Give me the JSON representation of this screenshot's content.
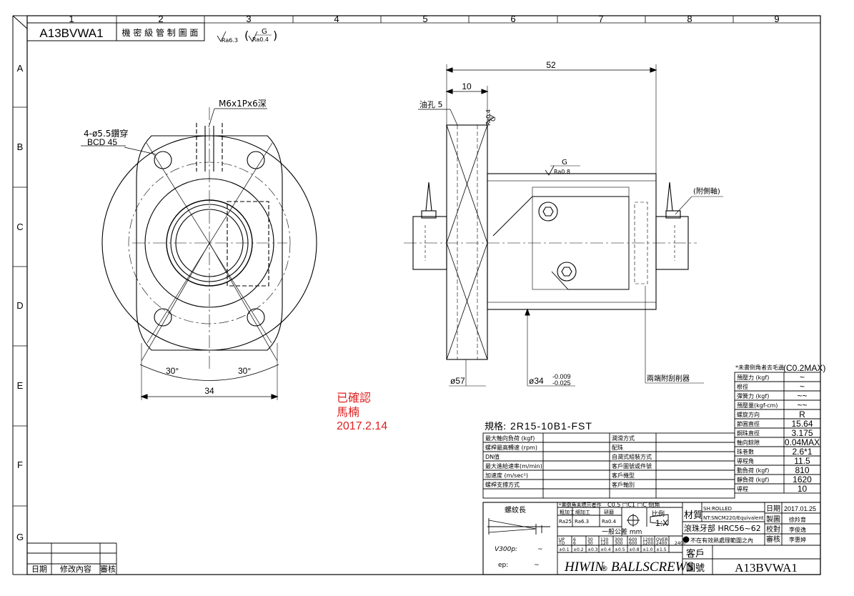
{
  "sheet": {
    "cols": [
      "1",
      "2",
      "3",
      "4",
      "5",
      "6",
      "7",
      "8",
      "9"
    ],
    "rows": [
      "A",
      "B",
      "C",
      "D",
      "E",
      "F",
      "G"
    ],
    "top_left_code": "A13BVWA1",
    "drawing_class": "機 密 級 管 制 圖 面",
    "roughness_general": "Ra6.3",
    "roughness_paren_g": "G",
    "roughness_paren_ra": "Ra0.4"
  },
  "front_view": {
    "thread_note": "M6x1Px6深",
    "holes_note": "4-ø5.5鑽穿",
    "bcd_note": "BCD 45",
    "angle_left": "30°",
    "angle_right": "30°",
    "width_dim": "34"
  },
  "side_view": {
    "overall_len": "52",
    "flange_len": "10",
    "oil_hole": "油孔 5",
    "g_mark": "G",
    "ra_mark": "Ra0.4",
    "g_mark2": "G",
    "ra_mark2": "Ra0.8",
    "wiper_note": "(附側軸)",
    "flange_dia": "ø57",
    "body_dia": "ø34",
    "body_tol_up": "-0.009",
    "body_tol_dn": "-0.025",
    "wiper_label": "兩端附刮削器"
  },
  "stamp": {
    "line1": "已確認",
    "line2": "馬楠",
    "line3": "2017.2.14"
  },
  "spec": {
    "label": "規格:",
    "value": "2R15-10B1-FST"
  },
  "left_table": [
    [
      "最大軸向負荷 (kgf)",
      "",
      "潤滑方式",
      ""
    ],
    [
      "螺桿最高轉速 (rpm)",
      "",
      "配珠",
      ""
    ],
    [
      "DN值",
      "",
      "自潤式組裝方式",
      ""
    ],
    [
      "最大進給速率(m/min)",
      "",
      "客戶圖號或件號",
      ""
    ],
    [
      "加速度 (m/sec²)",
      "",
      "客戶機型",
      ""
    ],
    [
      "螺桿支撐方式",
      "",
      "客戶軸別",
      ""
    ]
  ],
  "right_table": {
    "header_note": "*未書倒角者去毛邊",
    "header_value": "(C0.2MAX)",
    "rows": [
      [
        "預壓力 (kgf)",
        "~"
      ],
      [
        "根徑",
        "~"
      ],
      [
        "彈簧力 (kgf)",
        "~~"
      ],
      [
        "預壓量(kgf-cm)",
        "~~"
      ],
      [
        "螺旋方向",
        "R"
      ],
      [
        "節圓直徑",
        "15.64"
      ],
      [
        "鋼珠直徑",
        "3.175"
      ],
      [
        "軸向餘隙",
        "0.04MAX"
      ],
      [
        "珠巻數",
        "2.6*1"
      ],
      [
        "導程角",
        "11.5"
      ],
      [
        "動負荷 (kgf)",
        "810"
      ],
      [
        "靜負荷 (kgf)",
        "1620"
      ],
      [
        "導程",
        "10"
      ]
    ]
  },
  "title_block": {
    "thread_len_label": "螺紋長",
    "chamfer_note": "*書倒角未標示者作",
    "chamfer_opts": "C0.5 □C1 □C 倒角",
    "proc_1": "粗加工",
    "proc_2": "細加工",
    "proc_3": "研磨",
    "ra_1": "Ra25",
    "ra_2": "Ra6.3",
    "ra_3": "Ra0.4",
    "gen_tol": "一般公差 mm",
    "tol_up_row": [
      "UP",
      "6",
      "30",
      "120",
      "300",
      "600",
      "1200",
      "OVER"
    ],
    "tol_to_row": [
      "TO",
      "6",
      "30",
      "120",
      "300",
      "600",
      "1200",
      "2400",
      "2400"
    ],
    "tol_val_row": [
      "±0.1",
      "±0.2",
      "±0.3",
      "±0.4",
      "±0.5",
      "±0.8",
      "±1.0",
      "±1.5"
    ],
    "v300": "V300p:",
    "ep": "ep:",
    "tilde": "~",
    "brand": "HIWIN",
    "brand2": "BALLSCREWS",
    "scale_label": "比例",
    "scale_value": "1:X",
    "material_label": "材質",
    "material_sh": "SH:ROLLED",
    "material_nt": "NT:SNCM220/Equivalent",
    "hardness": "滾珠牙部 HRC56~62",
    "heat_note": "不在有效熱處理範圍之內",
    "date_label": "日期",
    "date_value": "2017.01.25",
    "drawn_label": "製圖",
    "drawn_value": "徐羚育",
    "check_label": "校對",
    "check_value": "李俊逸",
    "approve_label": "審核",
    "approve_value": "李惠婷",
    "customer_label": "客戶",
    "drawing_no_label": "圖號",
    "drawing_no": "A13BVWA1"
  },
  "revision": {
    "date": "日期",
    "content": "修改內容",
    "review": "審核"
  }
}
